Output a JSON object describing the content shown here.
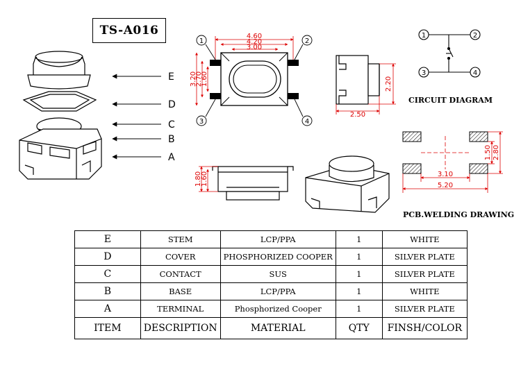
{
  "title": "TS-A016",
  "exploded_labels": [
    "E",
    "D",
    "C",
    "B",
    "A"
  ],
  "dimensions": {
    "top_widths": [
      "4.60",
      "4.20",
      "3.00"
    ],
    "top_heights": [
      "3.20",
      "2.70",
      "1.60"
    ],
    "side_height": "2.20",
    "side_width": "2.50",
    "front_heights": [
      "1.80",
      "1.60"
    ]
  },
  "pins": [
    "1",
    "2",
    "3",
    "4"
  ],
  "circuit": {
    "caption": "CIRCUIT DIAGRAM",
    "nodes": [
      "1",
      "2",
      "3",
      "4"
    ]
  },
  "pcb": {
    "caption": "PCB.WELDING DRAWING",
    "dims": [
      "1.50",
      "2.80",
      "3.10",
      "5.20"
    ]
  },
  "bom": {
    "header": {
      "item": "ITEM",
      "description": "DESCRIPTION",
      "material": "MATERIAL",
      "qty": "QTY",
      "finish": "FINSH/COLOR"
    },
    "rows": [
      {
        "item": "E",
        "description": "STEM",
        "material": "LCP/PPA",
        "qty": "1",
        "finish": "WHITE"
      },
      {
        "item": "D",
        "description": "COVER",
        "material": "PHOSPHORIZED COOPER",
        "qty": "1",
        "finish": "SILVER PLATE"
      },
      {
        "item": "C",
        "description": "CONTACT",
        "material": "SUS",
        "qty": "1",
        "finish": "SILVER PLATE"
      },
      {
        "item": "B",
        "description": "BASE",
        "material": "LCP/PPA",
        "qty": "1",
        "finish": "WHITE"
      },
      {
        "item": "A",
        "description": "TERMINAL",
        "material": "Phosphorized Cooper",
        "qty": "1",
        "finish": "SILVER PLATE"
      }
    ]
  }
}
